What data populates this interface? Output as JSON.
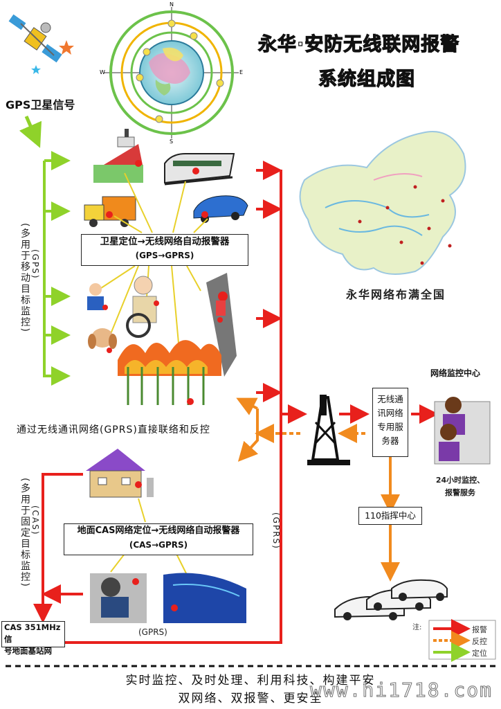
{
  "title": {
    "line1": "永华·安防无线联网报警",
    "line2": "系统组成图"
  },
  "gps_signal": "GPS卫星信号",
  "gps_box": {
    "line1": "卫星定位→无线网络自动报警器",
    "line2": "(GPS→GPRS)"
  },
  "gps_side": {
    "line1": "(多用于移动目标监控)",
    "line2": "(GPS)"
  },
  "china_caption": "永华网络布满全国",
  "gprs_link": "通过无线通讯网络(GPRS)直接联络和反控",
  "server": {
    "line1": "无线通",
    "line2": "讯网络",
    "line3": "专用服",
    "line4": "务器"
  },
  "monitor_center": "网络监控中心",
  "service": {
    "line1": "24小时监控、",
    "line2": "报警服务"
  },
  "center_110": "110指挥中心",
  "cas_side": {
    "line1": "(多用于固定目标监控)",
    "line2": "(CAS)"
  },
  "cas_box": {
    "line1": "地面CAS网络定位→无线网络自动报警器",
    "line2": "(CAS→GPRS)"
  },
  "gprs_vertical": "(GPRS)",
  "gprs_bottom": "(GPRS)",
  "cas_base": {
    "line1": "CAS 351MHz信",
    "line2": "号地面基站网"
  },
  "legend": {
    "note": "注:",
    "items": [
      {
        "label": "报警",
        "color": "#e8201c"
      },
      {
        "label": "反控",
        "color": "#f18a1e"
      },
      {
        "label": "定位",
        "color": "#8fd22a"
      }
    ]
  },
  "slogan": {
    "line1": "实时监控、及时处理、利用科技、构建平安",
    "line2": "双网络、双报警、更安全"
  },
  "watermark": "www.hi1718.com",
  "compass": {
    "n": "N",
    "s": "S",
    "e": "E",
    "w": "W"
  },
  "colors": {
    "alarm": "#e8201c",
    "control": "#f18a1e",
    "locate": "#8fd22a"
  }
}
